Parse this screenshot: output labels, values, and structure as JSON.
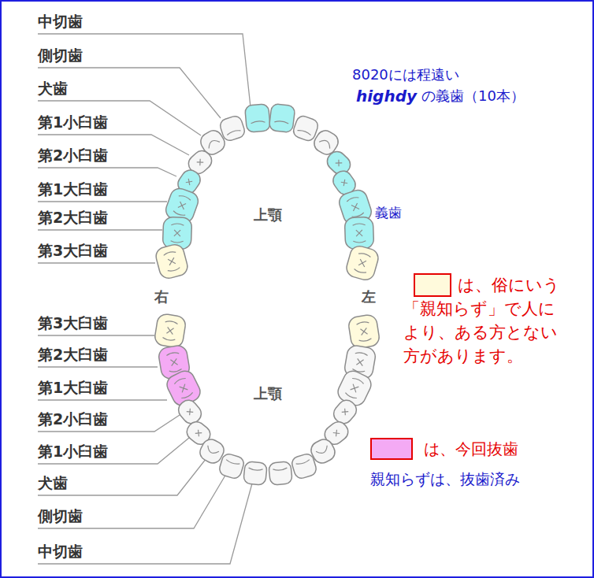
{
  "diagram": {
    "labels": [
      "中切歯",
      "側切歯",
      "犬歯",
      "第1小臼歯",
      "第2小臼歯",
      "第1大臼歯",
      "第2大臼歯",
      "第3大臼歯",
      "第3大臼歯",
      "第2大臼歯",
      "第1大臼歯",
      "第2小臼歯",
      "第1小臼歯",
      "犬歯",
      "側切歯",
      "中切歯",
      "上顎",
      "上顎",
      "右",
      "左",
      "8020には程遠い",
      "highdy",
      "の義歯（10本）",
      "義歯",
      "親知らずは、抜歯済み"
    ],
    "legend": [
      {
        "text": "は、俗にいう「親知らず」で人により、ある方とない方があります。",
        "color": "#fffadc"
      },
      {
        "text": "は、今回抜歯",
        "color": "#f4aaf4"
      }
    ]
  }
}
